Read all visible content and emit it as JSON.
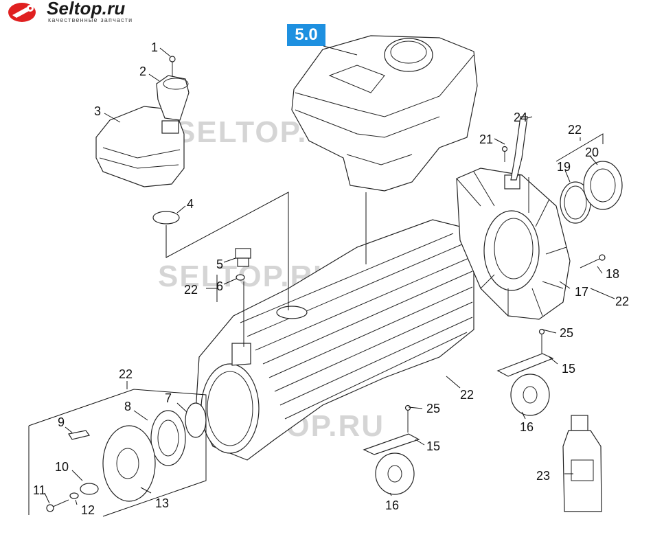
{
  "brand": {
    "name": "Seltop.ru",
    "tagline": "качественные запчасти"
  },
  "assembly_ref": "5.0",
  "watermark": "SELTOP.RU",
  "callouts": [
    "1",
    "2",
    "3",
    "4",
    "5",
    "6",
    "7",
    "8",
    "9",
    "10",
    "11",
    "12",
    "13",
    "15",
    "15",
    "16",
    "16",
    "17",
    "18",
    "19",
    "20",
    "21",
    "22",
    "22",
    "22",
    "22",
    "22",
    "23",
    "24",
    "25",
    "25"
  ],
  "colors": {
    "badge": "#1e90e0",
    "watermark": "#c8c8c8",
    "line": "#111111"
  }
}
